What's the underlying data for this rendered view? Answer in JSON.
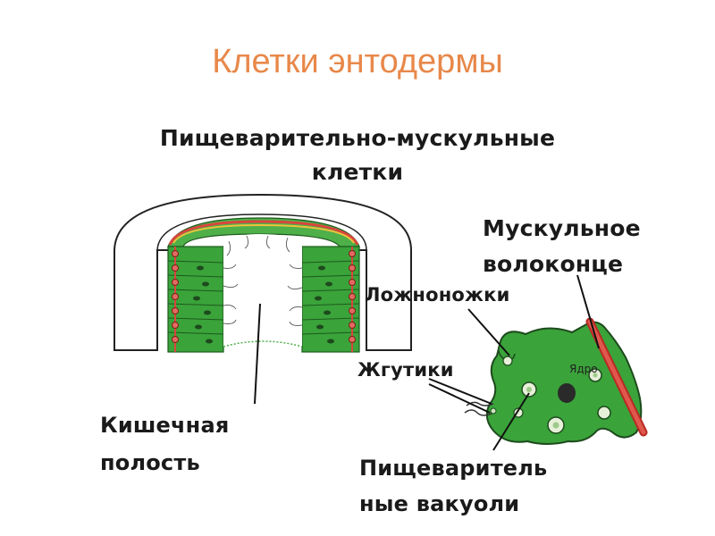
{
  "title": "Клетки энтодермы",
  "labels": {
    "heading_line1": "Пищеварительно-мускульные",
    "heading_line2": "клетки",
    "muscle_line1": "Мускульное",
    "muscle_line2": "волоконце",
    "pseudopods": "Ложноножки",
    "flagella": "Жгутики",
    "nucleus": "Ядро",
    "cavity_line1": "Кишечная",
    "cavity_line2": "полость",
    "vacuoles_line1": "Пищеваритель",
    "vacuoles_line2": "ные вакуоли"
  },
  "colors": {
    "title": "#e8884a",
    "cell_green": "#3aa33a",
    "muscle_red": "#d9453c",
    "nucleus_dark": "#2a2a2a"
  }
}
